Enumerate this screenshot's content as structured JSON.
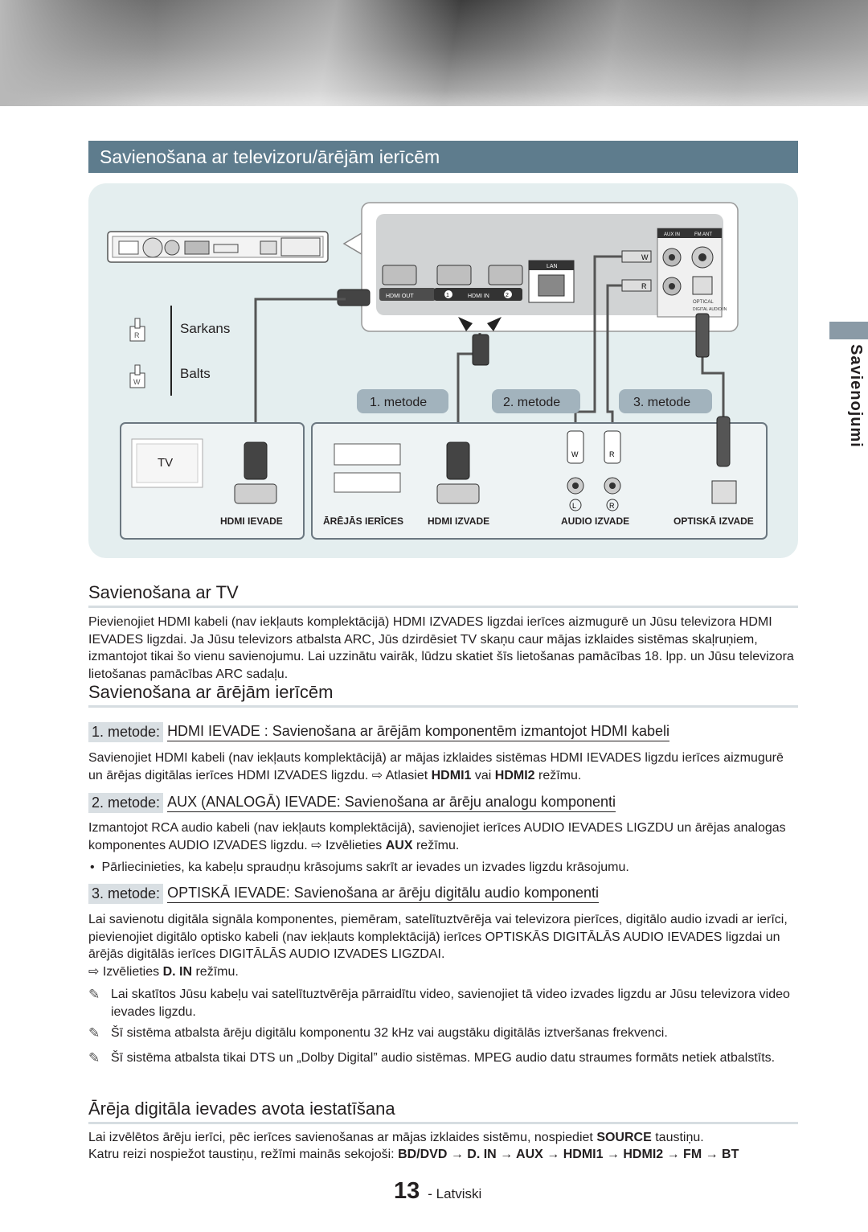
{
  "section_title": "Savienošana ar televizoru/ārējām ierīcēm",
  "side_tab": "Savienojumi",
  "diagram": {
    "legend_red": "Sarkans",
    "legend_white": "Balts",
    "legend_r": "R",
    "legend_w": "W",
    "method1": "1. metode",
    "method2": "2. metode",
    "method3": "3. metode",
    "tv": "TV",
    "hdmi_in": "HDMI IEVADE",
    "external": "ĀRĒJĀS IERĪCES",
    "hdmi_out": "HDMI IZVADE",
    "audio_out": "AUDIO IZVADE",
    "optical_out": "OPTISKĀ IZVADE",
    "panel_hdmi_out": "HDMI OUT",
    "panel_hdmi_in": "HDMI IN",
    "panel_lan": "LAN",
    "panel_aux_in": "AUX IN",
    "panel_fm_ant": "FM ANT",
    "panel_optical": "OPTICAL",
    "panel_digital": "DIGITAL AUDIO IN",
    "plug_w": "W",
    "plug_r": "R",
    "jack_l": "L",
    "jack_r": "R",
    "num_1": "1",
    "num_2": "2"
  },
  "tv_section": {
    "heading": "Savienošana ar TV",
    "body": "Pievienojiet HDMI kabeli (nav iekļauts komplektācijā) HDMI IZVADES ligzdai ierīces aizmugurē un Jūsu televizora HDMI IEVADES ligzdai. Ja Jūsu televizors atbalsta ARC, Jūs dzirdēsiet TV skaņu caur mājas izklaides sistēmas skaļruņiem, izmantojot tikai šo vienu savienojumu. Lai uzzinātu vairāk, lūdzu skatiet šīs lietošanas pamācības 18. lpp. un Jūsu televizora lietošanas pamācības ARC sadaļu."
  },
  "external_section": {
    "heading": "Savienošana ar ārējām ierīcēm",
    "m1_tag": "1. metode:",
    "m1_title": "HDMI IEVADE : Savienošana ar ārējām komponentēm izmantojot HDMI kabeli",
    "m1_body_a": "Savienojiet HDMI kabeli (nav iekļauts komplektācijā) ar mājas izklaides sistēmas HDMI IEVADES ligzdu ierīces aizmugurē un ārējas digitālas ierīces HDMI IZVADES ligzdu.",
    "m1_arrow": "⇨",
    "m1_body_b": "Atlasiet",
    "m1_mode1": "HDMI1",
    "m1_or": "vai",
    "m1_mode2": "HDMI2",
    "m1_end": "režīmu.",
    "m2_tag": "2. metode:",
    "m2_title": "AUX (ANALOGĀ) IEVADE: Savienošana ar ārēju analogu komponenti",
    "m2_body_a": "Izmantojot RCA audio kabeli (nav iekļauts komplektācijā), savienojiet ierīces AUDIO IEVADES LIGZDU un ārējas analogas komponentes AUDIO IZVADES ligzdu.",
    "m2_arrow": "⇨",
    "m2_body_b": "Izvēlieties",
    "m2_mode": "AUX",
    "m2_end": "režīmu.",
    "m2_bullet": "Pārliecinieties, ka kabeļu spraudņu krāsojums sakrīt ar ievades un izvades ligzdu krāsojumu.",
    "m3_tag": "3. metode:",
    "m3_title": "OPTISKĀ IEVADE: Savienošana ar ārēju digitālu audio komponenti",
    "m3_body": "Lai savienotu digitāla signāla komponentes, piemēram, satelītuztvērēja vai televizora pierīces, digitālo audio izvadi ar ierīci, pievienojiet digitālo optisko kabeli (nav iekļauts komplektācijā) ierīces OPTISKĀS DIGITĀLĀS AUDIO IEVADES ligzdai un ārējās digitālās ierīces DIGITĀLĀS AUDIO IZVADES LIGZDAI.",
    "m3_arrow": "⇨",
    "m3_body_b": "Izvēlieties",
    "m3_mode": "D. IN",
    "m3_end": "režīmu.",
    "note1": "Lai skatītos Jūsu kabeļu vai satelītuztvērēja pārraidītu video, savienojiet tā video izvades ligzdu ar Jūsu televizora video ievades ligzdu.",
    "note2": "Šī sistēma atbalsta ārēju digitālu komponentu 32 kHz vai augstāku digitālās iztveršanas frekvenci.",
    "note3": "Šī sistēma atbalsta tikai DTS un „Dolby Digital” audio sistēmas. MPEG audio datu straumes formāts netiek atbalstīts."
  },
  "source_section": {
    "heading": "Ārēja digitāla ievades avota iestatīšana",
    "line1_a": "Lai izvēlētos ārēju ierīci, pēc ierīces savienošanas ar mājas izklaides sistēmu, nospiediet",
    "line1_key": "SOURCE",
    "line1_b": "taustiņu.",
    "line2_a": "Katru reizi nospiežot taustiņu, režīmi mainās sekojoši:",
    "line2_seq": "BD/DVD → D. IN → AUX → HDMI1 → HDMI2 → FM → BT"
  },
  "footer": {
    "page_number": "13",
    "language": "- Latviski"
  }
}
